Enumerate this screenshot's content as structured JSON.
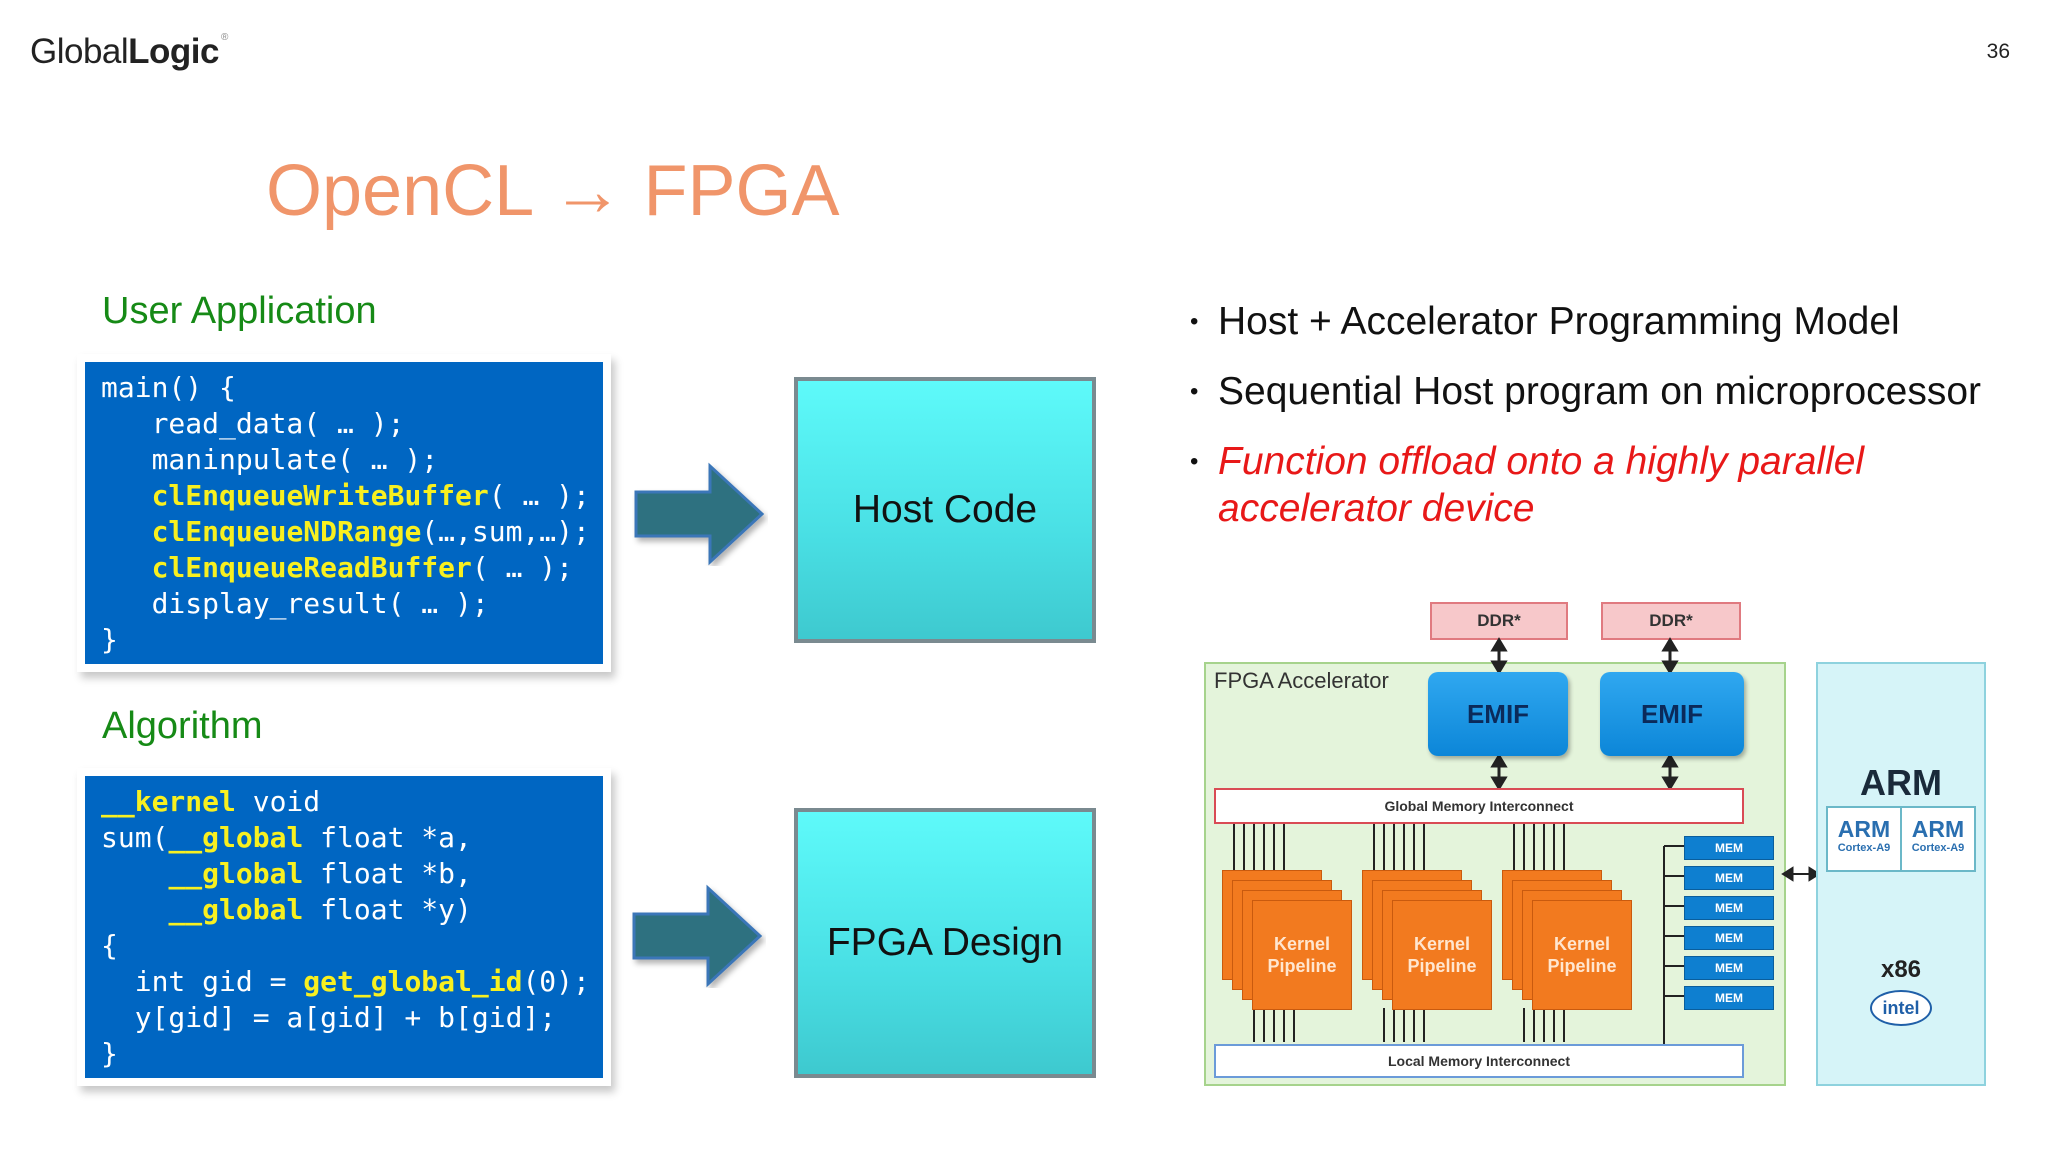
{
  "header": {
    "logo_regular": "Global",
    "logo_bold": "Logic",
    "logo_mark": "®",
    "page_number": "36"
  },
  "title": "OpenCL → FPGA",
  "user_application": {
    "label": "User Application",
    "code": [
      [
        {
          "t": "main() {",
          "k": false
        }
      ],
      [
        {
          "t": "   read_data( … );",
          "k": false
        }
      ],
      [
        {
          "t": "   maninpulate( … );",
          "k": false
        }
      ],
      [
        {
          "t": "   ",
          "k": false
        },
        {
          "t": "clEnqueueWriteBuffer",
          "k": true
        },
        {
          "t": "( … );",
          "k": false
        }
      ],
      [
        {
          "t": "   ",
          "k": false
        },
        {
          "t": "clEnqueueNDRange",
          "k": true
        },
        {
          "t": "(…,sum,…);",
          "k": false
        }
      ],
      [
        {
          "t": "   ",
          "k": false
        },
        {
          "t": "clEnqueueReadBuffer",
          "k": true
        },
        {
          "t": "( … );",
          "k": false
        }
      ],
      [
        {
          "t": "   display_result( … );",
          "k": false
        }
      ],
      [
        {
          "t": "}",
          "k": false
        }
      ]
    ],
    "target": "Host Code"
  },
  "algorithm": {
    "label": "Algorithm",
    "code": [
      [
        {
          "t": "__kernel",
          "k": true
        },
        {
          "t": " void",
          "k": false
        }
      ],
      [
        {
          "t": "sum(",
          "k": false
        },
        {
          "t": "__global",
          "k": true
        },
        {
          "t": " float *a,",
          "k": false
        }
      ],
      [
        {
          "t": "    ",
          "k": false
        },
        {
          "t": "__global",
          "k": true
        },
        {
          "t": " float *b,",
          "k": false
        }
      ],
      [
        {
          "t": "    ",
          "k": false
        },
        {
          "t": "__global",
          "k": true
        },
        {
          "t": " float *y)",
          "k": false
        }
      ],
      [
        {
          "t": "{",
          "k": false
        }
      ],
      [
        {
          "t": "  int gid = ",
          "k": false
        },
        {
          "t": "get_global_id",
          "k": true
        },
        {
          "t": "(0);",
          "k": false
        }
      ],
      [
        {
          "t": "  y[gid] = a[gid] + b[gid];",
          "k": false
        }
      ],
      [
        {
          "t": "}",
          "k": false
        }
      ]
    ],
    "target": "FPGA Design"
  },
  "bullets": [
    {
      "text": "Host + Accelerator Programming Model",
      "emphasis": false
    },
    {
      "text": "Sequential Host program on microprocessor",
      "emphasis": false
    },
    {
      "text": "Function offload onto a highly parallel accelerator device",
      "emphasis": true
    }
  ],
  "bullet_marker": "•",
  "diagram": {
    "fpga_label": "FPGA Accelerator",
    "ddr_labels": [
      "DDR*",
      "DDR*"
    ],
    "emif_labels": [
      "EMIF",
      "EMIF"
    ],
    "global_interconnect": "Global Memory Interconnect",
    "local_interconnect": "Local Memory Interconnect",
    "kernel_pipelines": [
      "Kernel Pipeline",
      "Kernel Pipeline",
      "Kernel Pipeline"
    ],
    "mem_blocks": [
      "MEM",
      "MEM",
      "MEM",
      "MEM",
      "MEM",
      "MEM"
    ],
    "arm_title": "ARM",
    "arm_cores": [
      {
        "name": "ARM",
        "sub": "Cortex-A9"
      },
      {
        "name": "ARM",
        "sub": "Cortex-A9"
      }
    ],
    "x86_label": "x86",
    "intel_label": "intel"
  },
  "colors": {
    "title": "#F0956A",
    "section_label": "#168A16",
    "code_bg": "#0066C2",
    "code_keyword": "#F8F020",
    "arrow": "#2E7180",
    "emphasis": "#E81818"
  }
}
